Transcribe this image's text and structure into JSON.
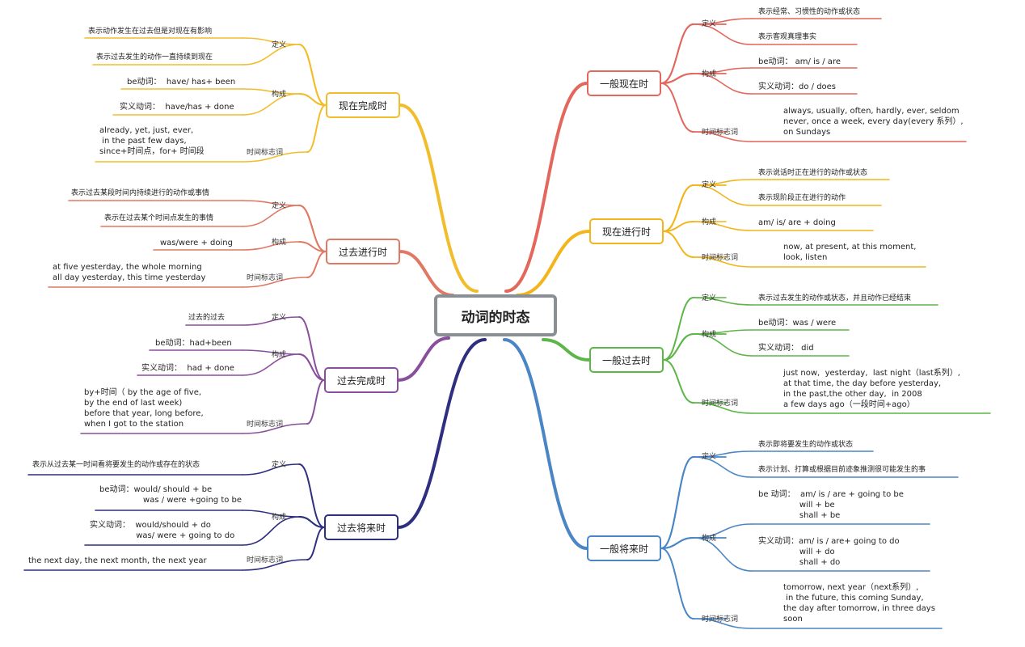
{
  "center": {
    "title": "动词的时态"
  },
  "branches": {
    "simple_present": {
      "title": "一般现在时",
      "color": "#e4675d",
      "labels": {
        "definition": "定义",
        "structure": "构成",
        "time_markers": "时间标志词"
      },
      "items": [
        "表示经常、习惯性的动作或状态",
        "表示客观真理事实",
        "be动词： am/ is / are",
        "实义动词：do / does",
        "always, usually, often, hardly, ever, seldom\nnever, once a week, every day(every 系列）,\non Sundays"
      ]
    },
    "present_continuous": {
      "title": "现在进行时",
      "color": "#f2b51c",
      "labels": {
        "definition": "定义",
        "structure": "构成",
        "time_markers": "时间标志词"
      },
      "items": [
        "表示说话时正在进行的动作或状态",
        "表示现阶段正在进行的动作",
        "am/ is/ are + doing",
        "now, at present, at this moment,\nlook, listen"
      ]
    },
    "simple_past": {
      "title": "一般过去时",
      "color": "#5cb648",
      "labels": {
        "definition": "定义",
        "structure": "构成",
        "time_markers": "时间标志词"
      },
      "items": [
        "表示过去发生的动作或状态，并且动作已经结束",
        "be动词：was / were",
        "实义动词： did",
        "just now,  yesterday,  last night（last系列）,\nat that time, the day before yesterday,\nin the past,the other day,  in 2008\na few days ago（一段时间+ago）"
      ]
    },
    "simple_future": {
      "title": "一般将来时",
      "color": "#4a86c6",
      "labels": {
        "definition": "定义",
        "structure": "构成",
        "time_markers": "时间标志词"
      },
      "items": [
        "表示即将要发生的动作或状态",
        "表示计划、打算或根据目前迹象推测很可能发生的事",
        "be 动词：  am/ is / are + going to be\n                will + be\n                shall + be",
        "实义动词：am/ is / are+ going to do\n                will + do\n                shall + do",
        "tomorrow, next year（next系列）,\n in the future, this coming Sunday,\nthe day after tomorrow, in three days\nsoon"
      ]
    },
    "present_perfect": {
      "title": "现在完成时",
      "color": "#f2bd2c",
      "labels": {
        "definition": "定义",
        "structure": "构成",
        "time_markers": "时间标志词"
      },
      "items": [
        "表示动作发生在过去但是对现在有影响",
        "表示过去发生的动作一直持续到现在",
        "be动词：  have/ has+ been",
        "实义动词：  have/has + done",
        "already, yet, just, ever,\n in the past few days,\nsince+时间点，for+ 时间段"
      ]
    },
    "past_continuous": {
      "title": "过去进行时",
      "color": "#e07864",
      "labels": {
        "definition": "定义",
        "structure": "构成",
        "time_markers": "时间标志词"
      },
      "items": [
        "表示过去某段时间内持续进行的动作或事情",
        "表示在过去某个时间点发生的事情",
        "was/were + doing",
        "at five yesterday, the whole morning\nall day yesterday, this time yesterday"
      ]
    },
    "past_perfect": {
      "title": "过去完成时",
      "color": "#8a4f9c",
      "labels": {
        "definition": "定义",
        "structure": "构成",
        "time_markers": "时间标志词"
      },
      "items": [
        "过去的过去",
        "be动词：had+been",
        "实义动词：  had + done",
        "by+时间（ by the age of five,\nby the end of last week)\nbefore that year, long before,\nwhen I got to the station"
      ]
    },
    "past_future": {
      "title": "过去将来时",
      "color": "#2e2f7e",
      "labels": {
        "definition": "定义",
        "structure": "构成",
        "time_markers": "时间标志词"
      },
      "items": [
        "表示从过去某一时间看将要发生的动作或存在的状态",
        "be动词：would/ should + be\n                 was / were +going to be",
        "实义动词：  would/should + do\n                  was/ were + going to do",
        "the next day, the next month, the next year"
      ]
    }
  }
}
